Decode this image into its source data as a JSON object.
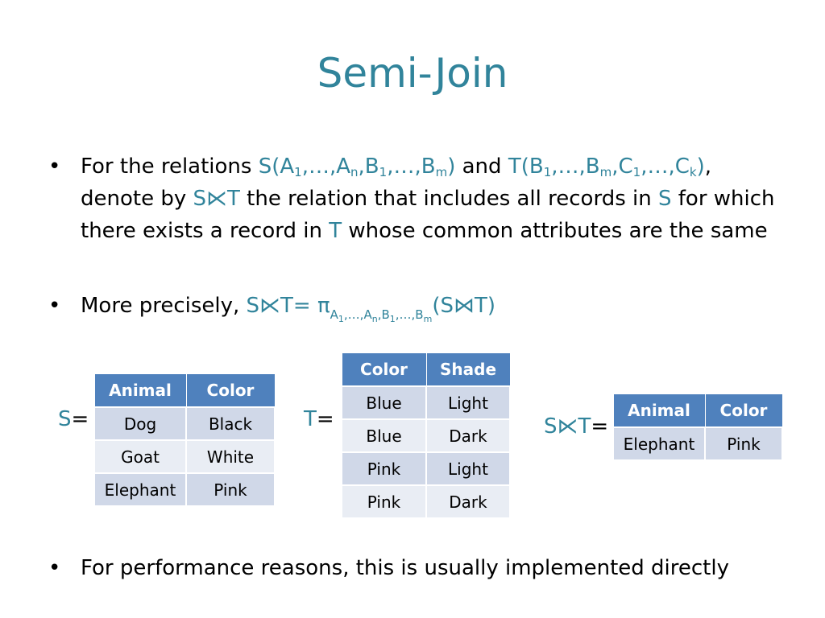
{
  "slide": {
    "title": "Semi-Join",
    "bullets": {
      "b1": {
        "prefix": "For the relations ",
        "s_rel": "S(A",
        "s_sub1": "1",
        "s_mid1": ",…,A",
        "s_subn": "n",
        "s_mid2": ",B",
        "s_sub1b": "1",
        "s_mid3": ",…,B",
        "s_subm": "m",
        "s_close": ")",
        "and": " and ",
        "t_rel": "T(B",
        "t_sub1": "1",
        "t_mid1": ",…,B",
        "t_subm": "m",
        "t_mid2": ",C",
        "t_sub1b": "1",
        "t_mid3": ",…,C",
        "t_subk": "k",
        "t_close": ")",
        "after": ", denote by ",
        "semijoin": "S⋉T",
        "text2": " the relation that includes all records in ",
        "s": "S",
        "text3": " for which there exists a record in ",
        "t": "T",
        "text4": " whose common attributes are the same"
      },
      "b2": {
        "prefix": "More precisely, ",
        "lhs": "S⋉T= ",
        "pi": "π",
        "sub_a": "A",
        "sub_a1": "1",
        "sub_m1": ",…,A",
        "sub_an": "n",
        "sub_m2": ",B",
        "sub_b1": "1",
        "sub_m3": ",…,B",
        "sub_bm": "m",
        "join": "(S⋈T)"
      },
      "b3": {
        "text": "For performance reasons, this is usually implemented directly"
      },
      "dot": "•"
    },
    "labels": {
      "s_name": "S",
      "s_eq": "=",
      "t_name": "T",
      "t_eq": "=",
      "st_name": "S⋉T",
      "st_eq": "="
    },
    "tables": {
      "S": {
        "headers": [
          "Animal",
          "Color"
        ],
        "rows": [
          [
            "Dog",
            "Black"
          ],
          [
            "Goat",
            "White"
          ],
          [
            "Elephant",
            "Pink"
          ]
        ]
      },
      "T": {
        "headers": [
          "Color",
          "Shade"
        ],
        "rows": [
          [
            "Blue",
            "Light"
          ],
          [
            "Blue",
            "Dark"
          ],
          [
            "Pink",
            "Light"
          ],
          [
            "Pink",
            "Dark"
          ]
        ]
      },
      "ST": {
        "headers": [
          "Animal",
          "Color"
        ],
        "rows": [
          [
            "Elephant",
            "Pink"
          ]
        ]
      }
    },
    "colors": {
      "title": "#31849b",
      "accent": "#31849b",
      "header_bg": "#4f81bd",
      "row_odd": "#d0d8e8",
      "row_even": "#e9edf4"
    }
  }
}
